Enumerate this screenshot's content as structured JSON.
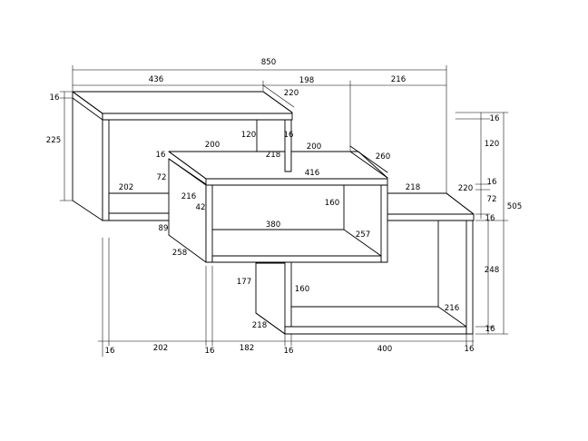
{
  "diagram": {
    "title": "",
    "dimensions": {
      "overall_width": "850",
      "top_shelf_width": "436",
      "top_right_gap": "198",
      "right_span": "216",
      "top_depth": "220",
      "top_thickness": "16",
      "left_height": "225",
      "top_divider_height": "120",
      "divider_thickness": "16",
      "mid_left_top": "200",
      "mid_top_depth": "218",
      "mid_right_top": "200",
      "mid_top_right_depth": "260",
      "mid_thickness_left": "16",
      "mid_gap": "72",
      "mid_shelf_width": "416",
      "left_lower_width": "202",
      "left_lower_depth": "216",
      "side_42": "42",
      "side_89": "89",
      "side_258": "258",
      "mid_inner_height": "160",
      "mid_inner_width": "380",
      "mid_inner_depth": "257",
      "right_top_width": "218",
      "right_top_depth": "220",
      "r_thk_top": "16",
      "r_120": "120",
      "r_thk_mid": "16",
      "r_72": "72",
      "r_thk_low": "16",
      "r_total": "505",
      "r_248": "248",
      "r_thk_bottom": "16",
      "low_left_height": "177",
      "low_inner_height": "160",
      "low_depth_left": "218",
      "low_depth_right": "216",
      "b_16_left": "16",
      "b_202": "202",
      "b_16_mid": "16",
      "b_182": "182",
      "b_16_c": "16",
      "b_400": "400",
      "b_16_right": "16"
    }
  }
}
